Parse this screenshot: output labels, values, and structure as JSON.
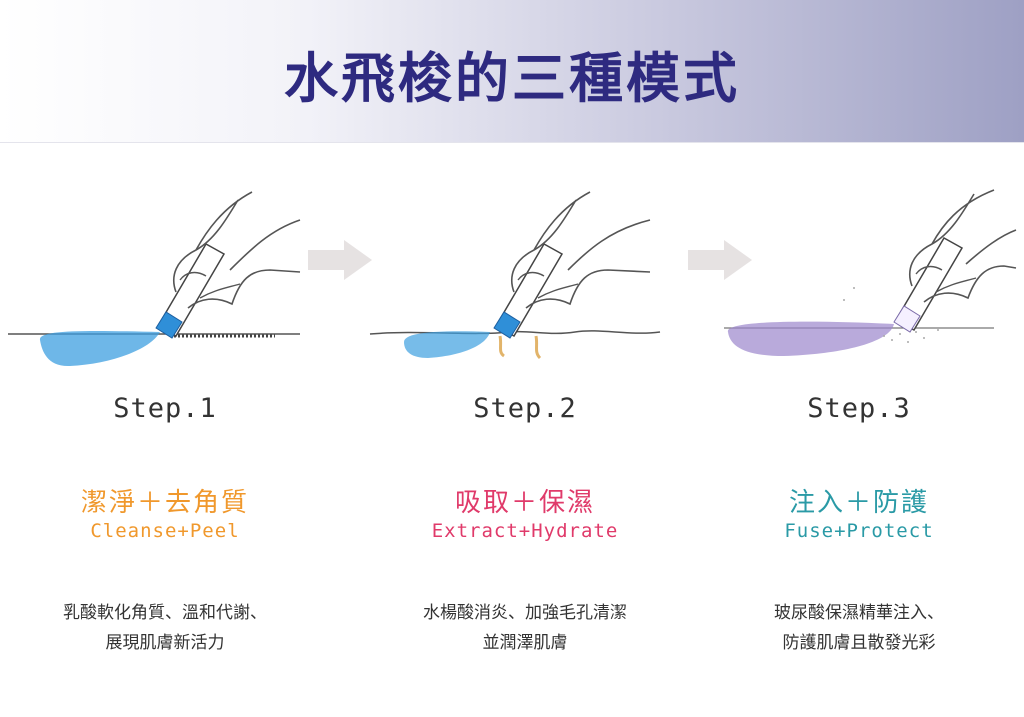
{
  "title": "水飛梭的三種模式",
  "colors": {
    "title": "#2e2a80",
    "step1": "#f0982c",
    "step2": "#e03a6a",
    "step3": "#2a9aa6",
    "water": "#3d9fe0",
    "serum": "#9b86cc",
    "arrow": "#e6e2e2"
  },
  "steps": [
    {
      "label": "Step.1",
      "mode_zh": "潔淨＋去角質",
      "mode_en": "Cleanse+Peel",
      "desc_line1": "乳酸軟化角質、溫和代謝、",
      "desc_line2": "展現肌膚新活力",
      "icon": "hand-probe-cleanse-icon"
    },
    {
      "label": "Step.2",
      "mode_zh": "吸取＋保濕",
      "mode_en": "Extract+Hydrate",
      "desc_line1": "水楊酸消炎、加強毛孔清潔",
      "desc_line2": "並潤澤肌膚",
      "icon": "hand-probe-extract-icon"
    },
    {
      "label": "Step.3",
      "mode_zh": "注入＋防護",
      "mode_en": "Fuse+Protect",
      "desc_line1": "玻尿酸保濕精華注入、",
      "desc_line2": "防護肌膚且散發光彩",
      "icon": "hand-probe-fuse-icon"
    }
  ]
}
